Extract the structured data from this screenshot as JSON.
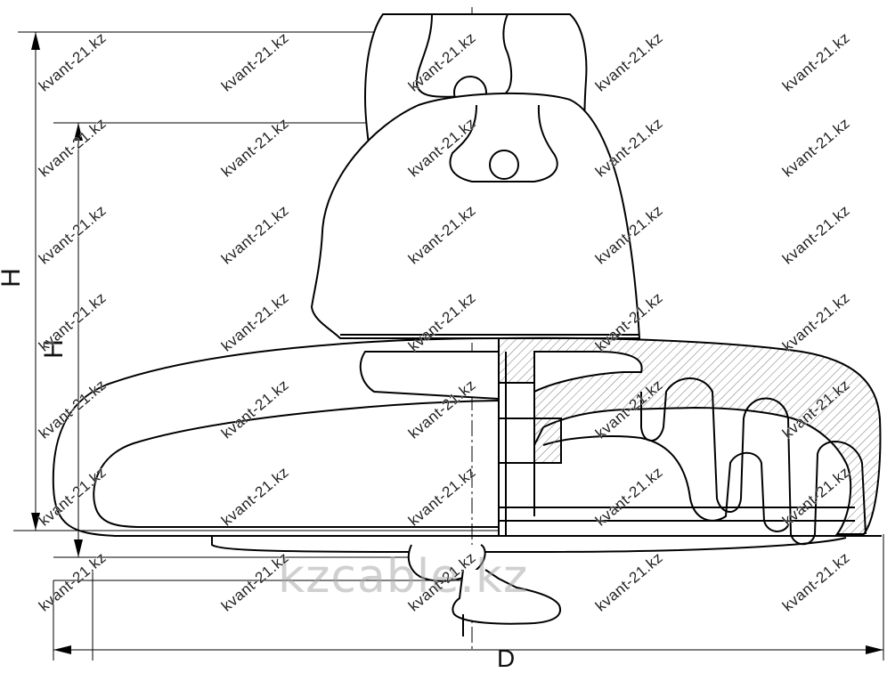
{
  "drawing": {
    "dimension_labels": {
      "height_outer": "H",
      "height_inner": "H",
      "diameter": "D"
    },
    "watermark_text": "kvant-21.kz",
    "brand_watermark": "kzcable.kz",
    "line_color": "#000000",
    "hatch_color": "#555555"
  }
}
